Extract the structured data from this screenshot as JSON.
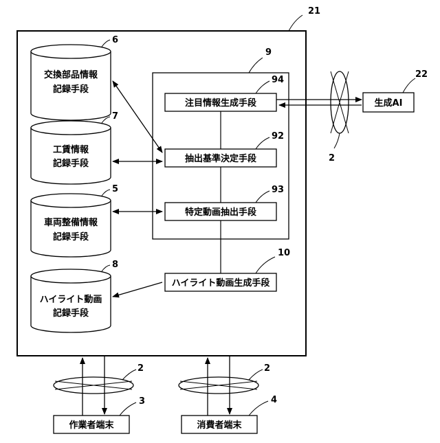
{
  "ref": {
    "system": "21",
    "unit9": "9",
    "db_replacement": "6",
    "db_labor": "7",
    "db_vehicle": "5",
    "db_highlight": "8",
    "box_attention": "94",
    "box_criteria": "92",
    "box_extract": "93",
    "box_highlight_gen": "10",
    "gen_ai": "22",
    "network_ai": "2",
    "network_worker": "2",
    "network_consumer": "2",
    "worker_terminal": "3",
    "consumer_terminal": "4"
  },
  "db": {
    "replacement_line1": "交換部品情報",
    "replacement_line2": "記録手段",
    "labor_line1": "工賃情報",
    "labor_line2": "記録手段",
    "vehicle_line1": "車両整備情報",
    "vehicle_line2": "記録手段",
    "highlight_line1": "ハイライト動画",
    "highlight_line2": "記録手段"
  },
  "boxes": {
    "attention": "注目情報生成手段",
    "criteria": "抽出基準決定手段",
    "extract": "特定動画抽出手段",
    "highlight_gen": "ハイライト動画生成手段"
  },
  "external": {
    "gen_ai": "生成AI",
    "worker_terminal": "作業者端末",
    "consumer_terminal": "消費者端末"
  }
}
